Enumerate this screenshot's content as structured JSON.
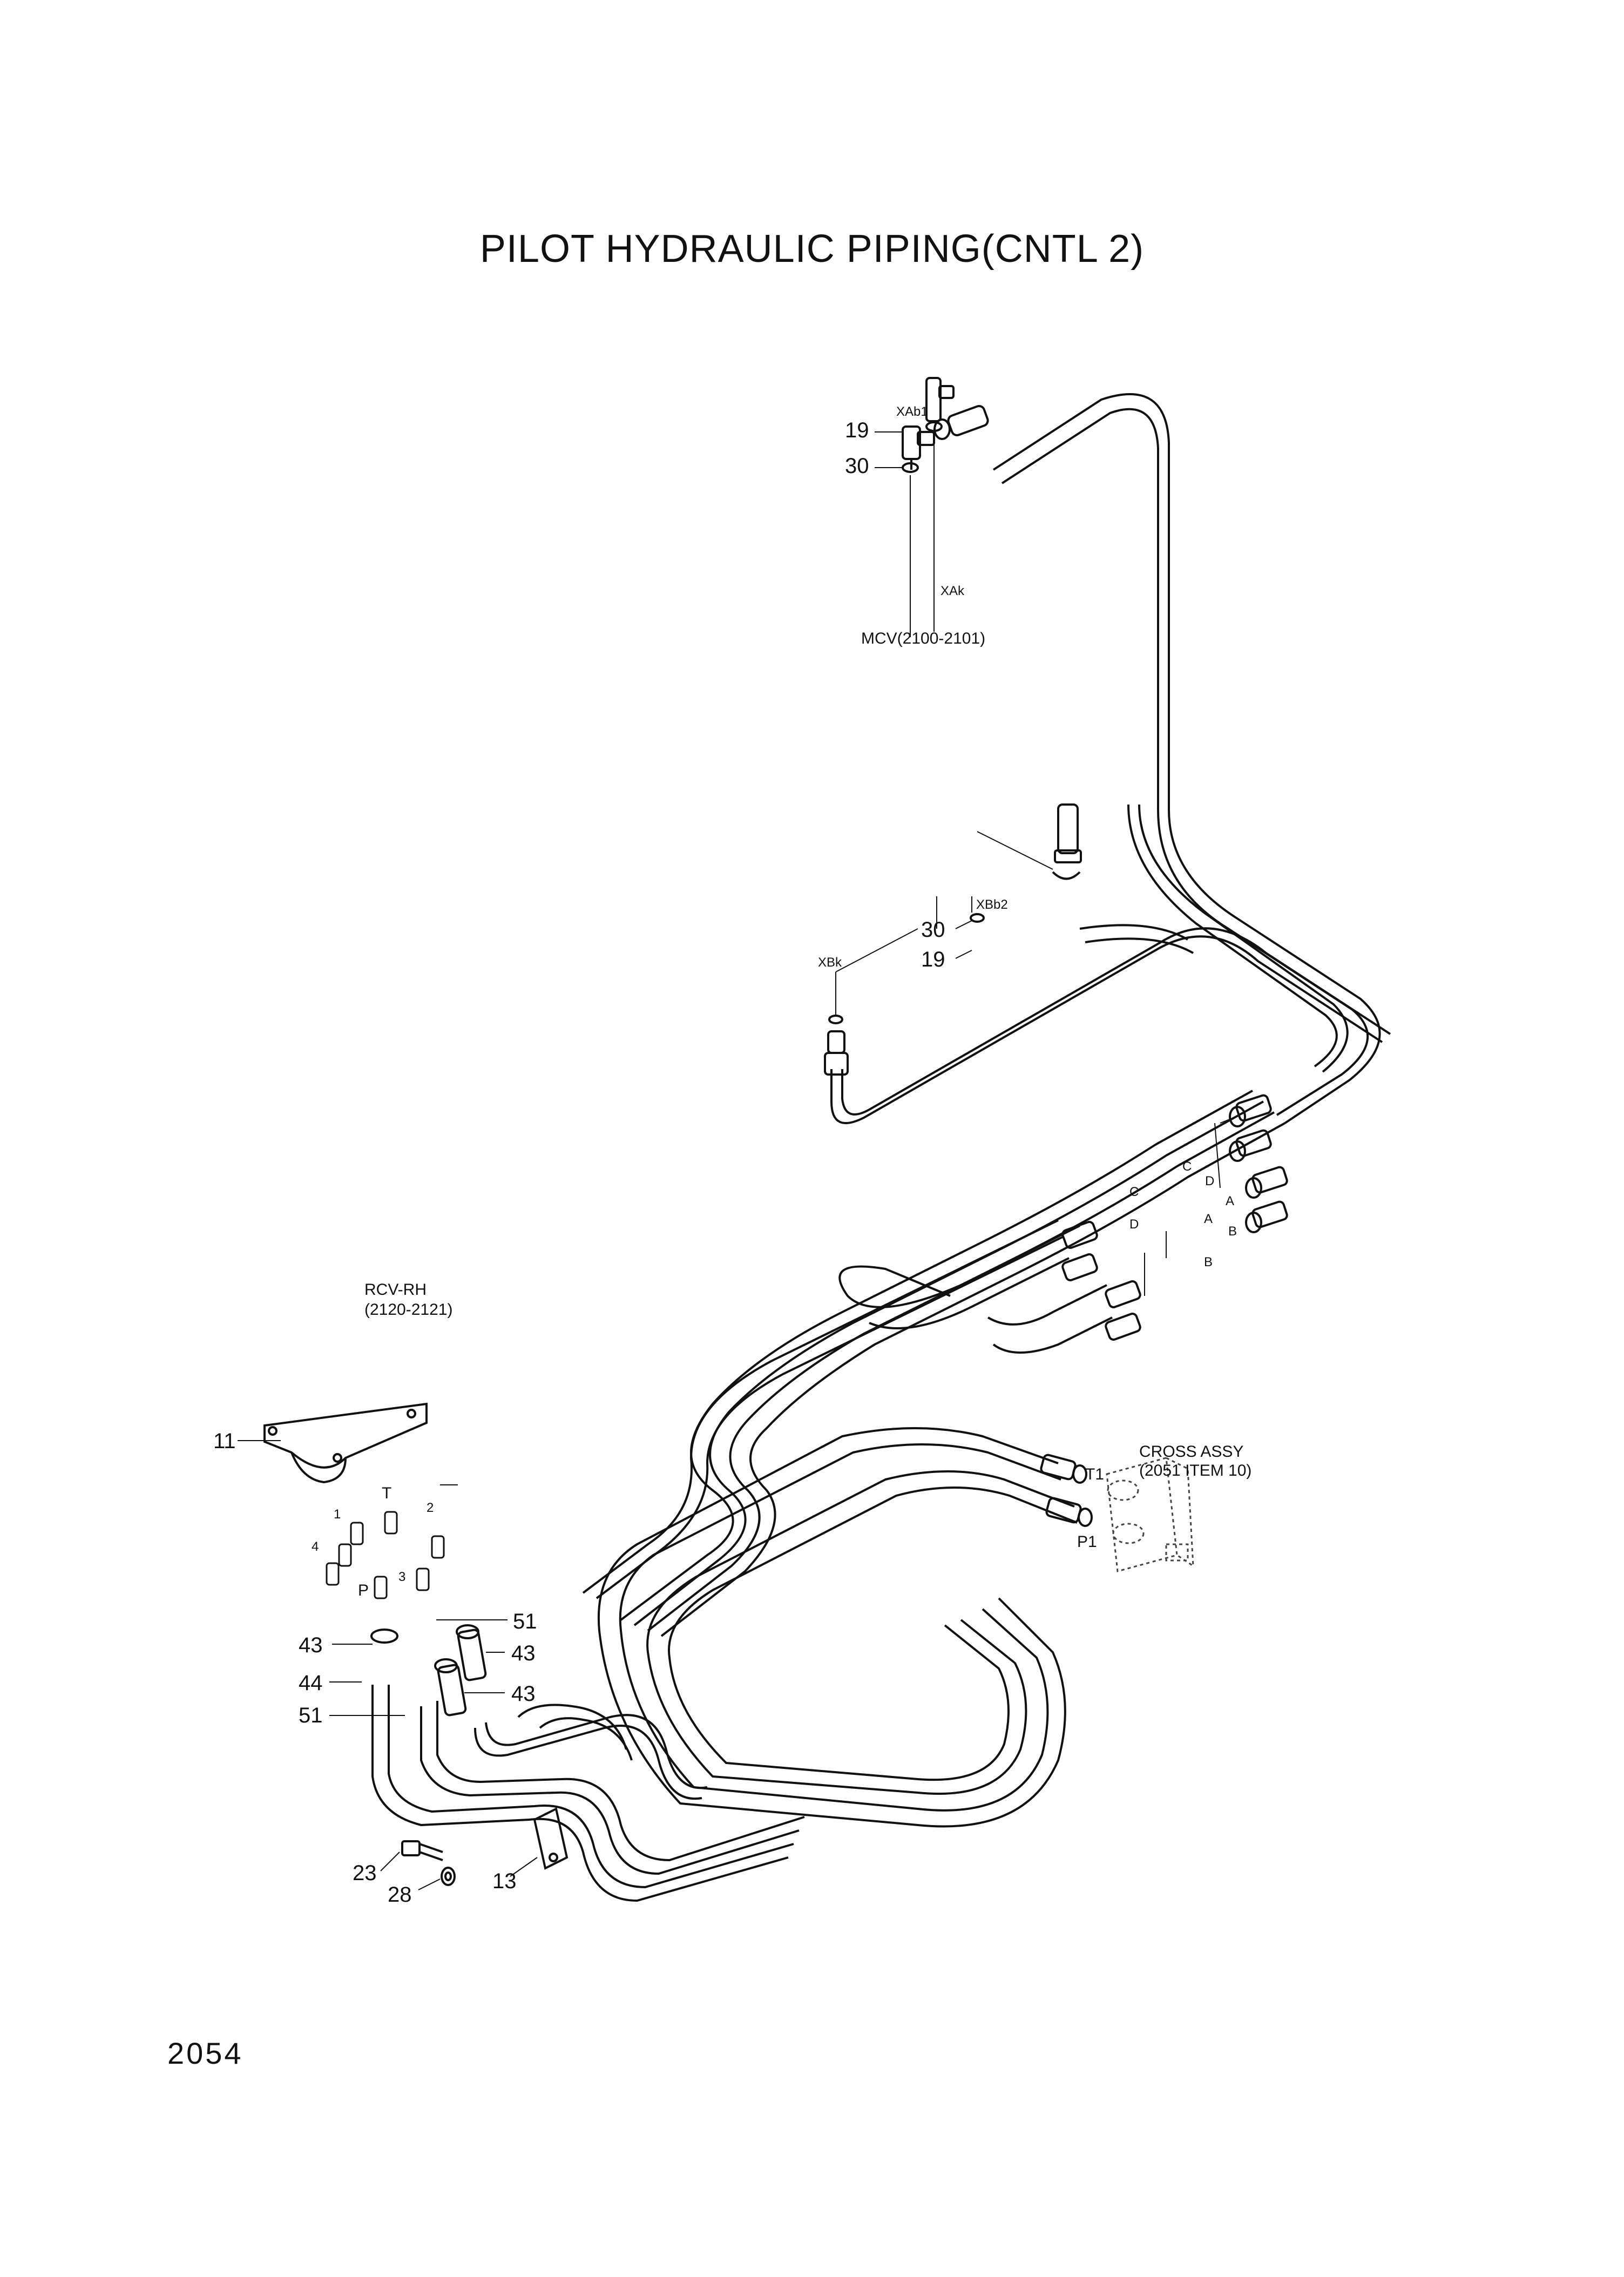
{
  "title": "PILOT HYDRAULIC PIPING(CNTL 2)",
  "page_number": "2054",
  "references": {
    "mcv": "MCV(2100-2101)",
    "rcv_line1": "RCV-RH",
    "rcv_line2": "(2120-2121)",
    "cross_line1": "CROSS ASSY",
    "cross_line2": "(2051 ITEM 10)"
  },
  "port_labels": {
    "xab1": "XAb1",
    "xak": "XAk",
    "xbb2": "XBb2",
    "xbk": "XBk",
    "t1": "T1",
    "p1": "P1",
    "c": "C",
    "d": "D",
    "a": "A",
    "b": "B",
    "rcv_t": "T",
    "rcv_p": "P",
    "rcv_1": "1",
    "rcv_2": "2",
    "rcv_3": "3",
    "rcv_4": "4"
  },
  "part_numbers": {
    "p11": "11",
    "p13": "13",
    "p19": "19",
    "p23": "23",
    "p28": "28",
    "p30": "30",
    "p43": "43",
    "p44": "44",
    "p51": "51"
  }
}
